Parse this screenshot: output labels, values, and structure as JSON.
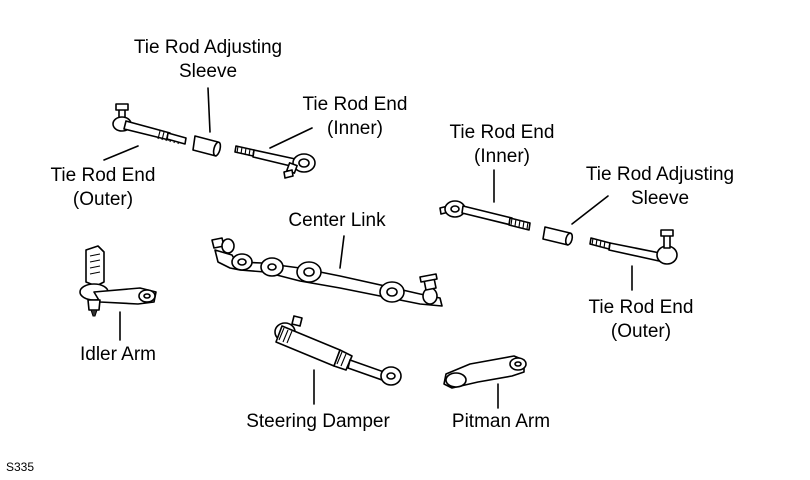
{
  "labels": {
    "adj_sleeve_left_l1": "Tie Rod Adjusting",
    "adj_sleeve_left_l2": "Sleeve",
    "inner_end_left_l1": "Tie Rod End",
    "inner_end_left_l2": "(Inner)",
    "outer_end_left_l1": "Tie Rod End",
    "outer_end_left_l2": "(Outer)",
    "inner_end_right_l1": "Tie Rod End",
    "inner_end_right_l2": "(Inner)",
    "adj_sleeve_right_l1": "Tie Rod Adjusting",
    "adj_sleeve_right_l2": "Sleeve",
    "center_link": "Center Link",
    "outer_end_right_l1": "Tie Rod End",
    "outer_end_right_l2": "(Outer)",
    "idler_arm": "Idler Arm",
    "steering_damper": "Steering Damper",
    "pitman_arm": "Pitman Arm"
  },
  "figure_ref": "S335"
}
